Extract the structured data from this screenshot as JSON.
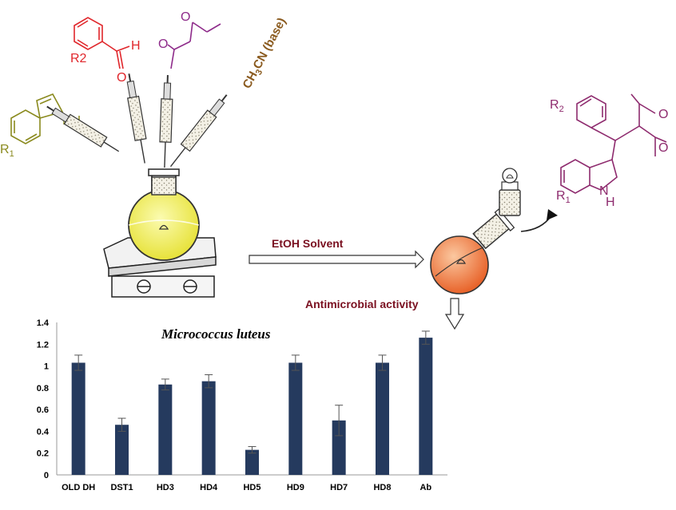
{
  "labels": {
    "solvent": "CH3CN (base)",
    "reaction_condition": "EtOH Solvent",
    "screening": "Antimicrobial activity"
  },
  "reactants": {
    "aldehyde_substituent": "R2",
    "aldehyde_O": "O",
    "aldehyde_H": "H",
    "diketone_O1": "O",
    "diketone_O2": "O",
    "indole_NH": "NH",
    "indole_substituent": "R1"
  },
  "product": {
    "R2": "R2",
    "R1": "R1",
    "O1": "O",
    "O2": "O",
    "NH_N": "N",
    "NH_H": "H"
  },
  "colors": {
    "aldehyde": "#e0262b",
    "diketone": "#8e2b8a",
    "indole": "#8a8a1e",
    "solvent_text": "#8a5a1e",
    "product": "#8e2b6e",
    "bar": "#253a5e",
    "flask_liquid": "#f3f06a",
    "product_flask": "#f08a4a"
  },
  "chart_data": {
    "type": "bar",
    "title": "Micrococcus luteus",
    "categories": [
      "OLD DH",
      "DST1",
      "HD3",
      "HD4",
      "HD5",
      "HD9",
      "HD7",
      "HD8",
      "Ab"
    ],
    "values": [
      1.03,
      0.46,
      0.83,
      0.86,
      0.23,
      1.03,
      0.5,
      1.03,
      1.26
    ],
    "errors": [
      0.07,
      0.06,
      0.05,
      0.06,
      0.03,
      0.07,
      0.14,
      0.07,
      0.06
    ],
    "ylim": [
      0,
      1.4
    ],
    "yticks": [
      "0",
      "0.2",
      "0.4",
      "0.6",
      "0.8",
      "1",
      "1.2",
      "1.4"
    ],
    "xlabel": "",
    "ylabel": "",
    "grid": false
  }
}
